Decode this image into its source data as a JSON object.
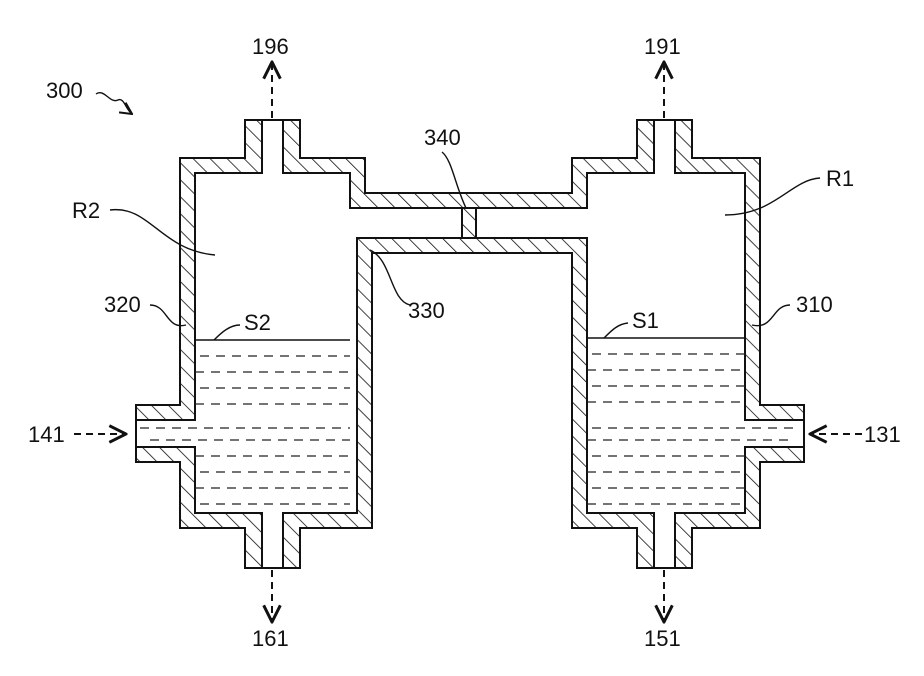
{
  "figure_number": "300",
  "labels": {
    "port_196": "196",
    "port_191": "191",
    "port_161": "161",
    "port_151": "151",
    "port_141": "141",
    "port_131": "131",
    "vessel_320": "320",
    "vessel_310": "310",
    "pipe_330": "330",
    "valve_340": "340",
    "space_r2": "R2",
    "space_r1": "R1",
    "liquid_s2": "S2",
    "liquid_s1": "S1"
  },
  "colors": {
    "stroke": "#111111",
    "hatch_fill": "#ffffff",
    "liquid_lines": "#222222"
  }
}
